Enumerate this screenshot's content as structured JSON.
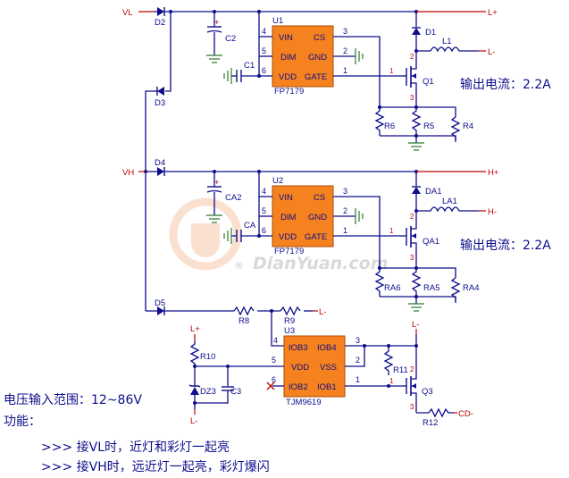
{
  "nets": {
    "vl": "VL",
    "vh": "VH",
    "l_plus": "L+",
    "l_minus": "L-",
    "h_plus": "H+",
    "h_minus": "H-",
    "l_minus2": "L-",
    "l_minus3": "L-",
    "l_plus2": "L+",
    "l_minus4": "L-",
    "cd_minus": "CD-"
  },
  "u1": {
    "ref": "U1",
    "part": "FP7179",
    "pins": {
      "vin": "VIN",
      "cs": "CS",
      "dim": "DIM",
      "gnd": "GND",
      "vdd": "VDD",
      "gate": "GATE"
    },
    "nums": {
      "p4": "4",
      "p5": "5",
      "p6": "6",
      "p3": "3",
      "p2": "2",
      "p1": "1"
    }
  },
  "u2": {
    "ref": "U2",
    "part": "FP7179",
    "pins": {
      "vin": "VIN",
      "cs": "CS",
      "dim": "DIM",
      "gnd": "GND",
      "vdd": "VDD",
      "gate": "GATE"
    },
    "nums": {
      "p4": "4",
      "p5": "5",
      "p6": "6",
      "p3": "3",
      "p2": "2",
      "p1": "1"
    }
  },
  "u3": {
    "ref": "U3",
    "part": "TJM9619",
    "pins": {
      "iob3": "IOB3",
      "iob4": "IOB4",
      "vdd": "VDD",
      "vss": "VSS",
      "iob2": "IOB2",
      "iob1": "IOB1"
    },
    "nums": {
      "p4": "4",
      "p3": "3",
      "p5": "5",
      "p2": "2",
      "p6": "6",
      "p1": "1"
    }
  },
  "parts": {
    "d1": "D1",
    "d2": "D2",
    "d3": "D3",
    "d4": "D4",
    "d5": "D5",
    "da1": "DA1",
    "dz3": "DZ3",
    "c1": "C1",
    "c2": "C2",
    "ca": "CA",
    "ca2": "CA2",
    "c3": "C3",
    "l1": "L1",
    "la1": "LA1",
    "q1": "Q1",
    "qa1": "QA1",
    "q3": "Q3",
    "r4": "R4",
    "r5": "R5",
    "r6": "R6",
    "ra4": "RA4",
    "ra5": "RA5",
    "ra6": "RA6",
    "r8": "R8",
    "r9": "R9",
    "r10": "R10",
    "r11": "R11",
    "r12": "R12",
    "plus1": "+",
    "plus2": "+"
  },
  "fet_pins": {
    "g": "1",
    "d": "2",
    "s": "3"
  },
  "notes": {
    "out1": "输出电流：2.2A",
    "out2": "输出电流：2.2A",
    "vin_range": "电压输入范围：12~86V",
    "func": "功能：",
    "func1": ">>> 接VL时，近灯和彩灯一起亮",
    "func2": ">>> 接VH时，远近灯一起亮，彩灯爆闪"
  },
  "watermark": {
    "text": "DianYuan.com",
    "reg": "®"
  },
  "colors": {
    "wire": "#0d0d8c",
    "net": "#c00000",
    "chip": "#f5821f",
    "ground": "#2a7a2a"
  }
}
